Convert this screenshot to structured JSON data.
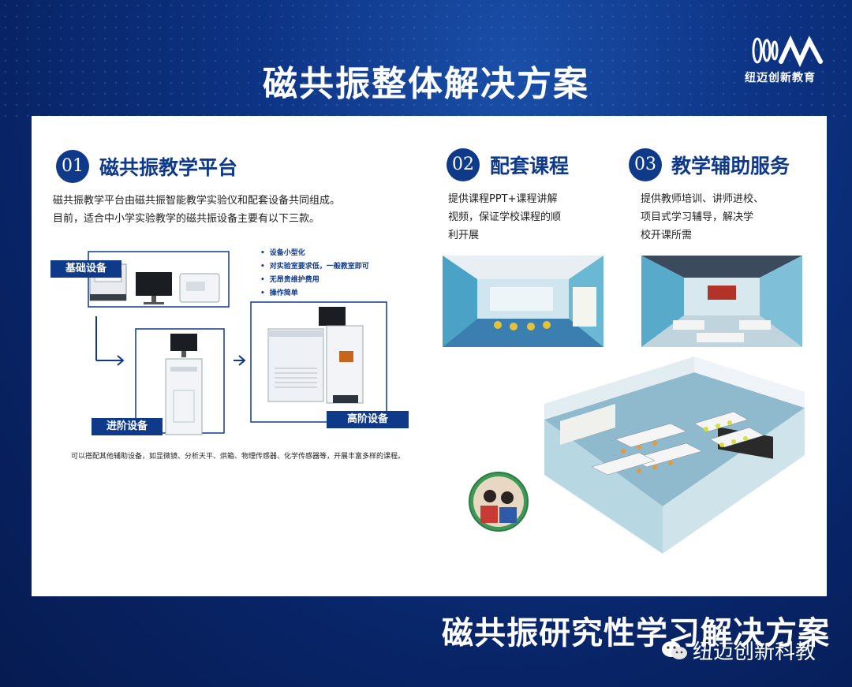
{
  "header": {
    "title": "磁共振整体解决方案"
  },
  "logo": {
    "text": "纽迈创新教育",
    "icon": "nm-logo-icon"
  },
  "section1": {
    "number": "01",
    "title": "磁共振教学平台",
    "desc_line1": "磁共振教学平台由磁共振智能教学实验仪和配套设备共同组成。",
    "desc_line2": "目前，适合中小学实验教学的磁共振设备主要有以下三款。",
    "tag_basic": "基础设备",
    "tag_advanced": "进阶设备",
    "tag_high": "高阶设备",
    "bullets": [
      "设备小型化",
      "对实验室要求低，一般教室即可",
      "无昂贵维护费用",
      "操作简单"
    ],
    "footnote": "可以搭配其他辅助设备，如显微镜、分析天平、烘箱、物理传感器、化学传感器等，开展丰富多样的课程。"
  },
  "section2": {
    "number": "02",
    "title": "配套课程",
    "line1": "提供课程PPT+课程讲解",
    "line2": "视频，保证学校课程的顺",
    "line3": "利开展"
  },
  "section3": {
    "number": "03",
    "title": "教学辅助服务",
    "line1": "提供教师培训、讲师进校、",
    "line2": "项目式学习辅导，解决学",
    "line3": "校开课所需"
  },
  "footer": {
    "title": "磁共振研究性学习解决方案",
    "wechat_label": "纽迈创新科教",
    "wechat_icon": "wechat-icon"
  },
  "colors": {
    "brand": "#0f3a8a",
    "background": "#0d3384",
    "accent_teal": "#3aa0c8"
  }
}
